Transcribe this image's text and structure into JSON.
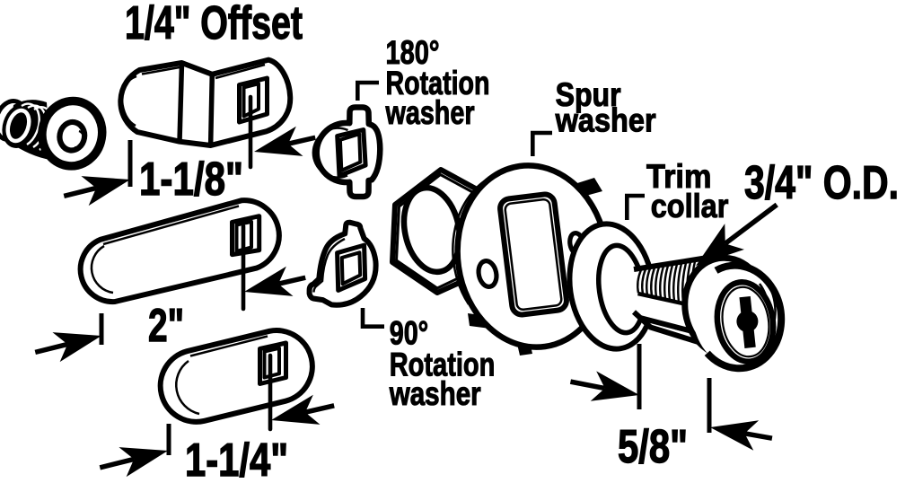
{
  "diagram": {
    "title": "1/4\" Offset",
    "description": "Exploded parts diagram of a cam lock kit",
    "colors": {
      "ink": "#000000",
      "paper": "#ffffff"
    }
  },
  "callouts": {
    "washer180": {
      "line1": "180°",
      "line2": "Rotation",
      "line3": "washer"
    },
    "washer90": {
      "line1": "90°",
      "line2": "Rotation",
      "line3": "washer"
    },
    "spur": {
      "line1": "Spur",
      "line2": "washer"
    },
    "trim": {
      "line1": "Trim",
      "line2": "collar"
    },
    "outer_diameter": "3/4\" O.D."
  },
  "dimensions": {
    "offset_cam": "1-1/8\"",
    "straight_cam_long": "2\"",
    "straight_cam_short": "1-1/4\"",
    "cylinder_length": "5/8\""
  }
}
